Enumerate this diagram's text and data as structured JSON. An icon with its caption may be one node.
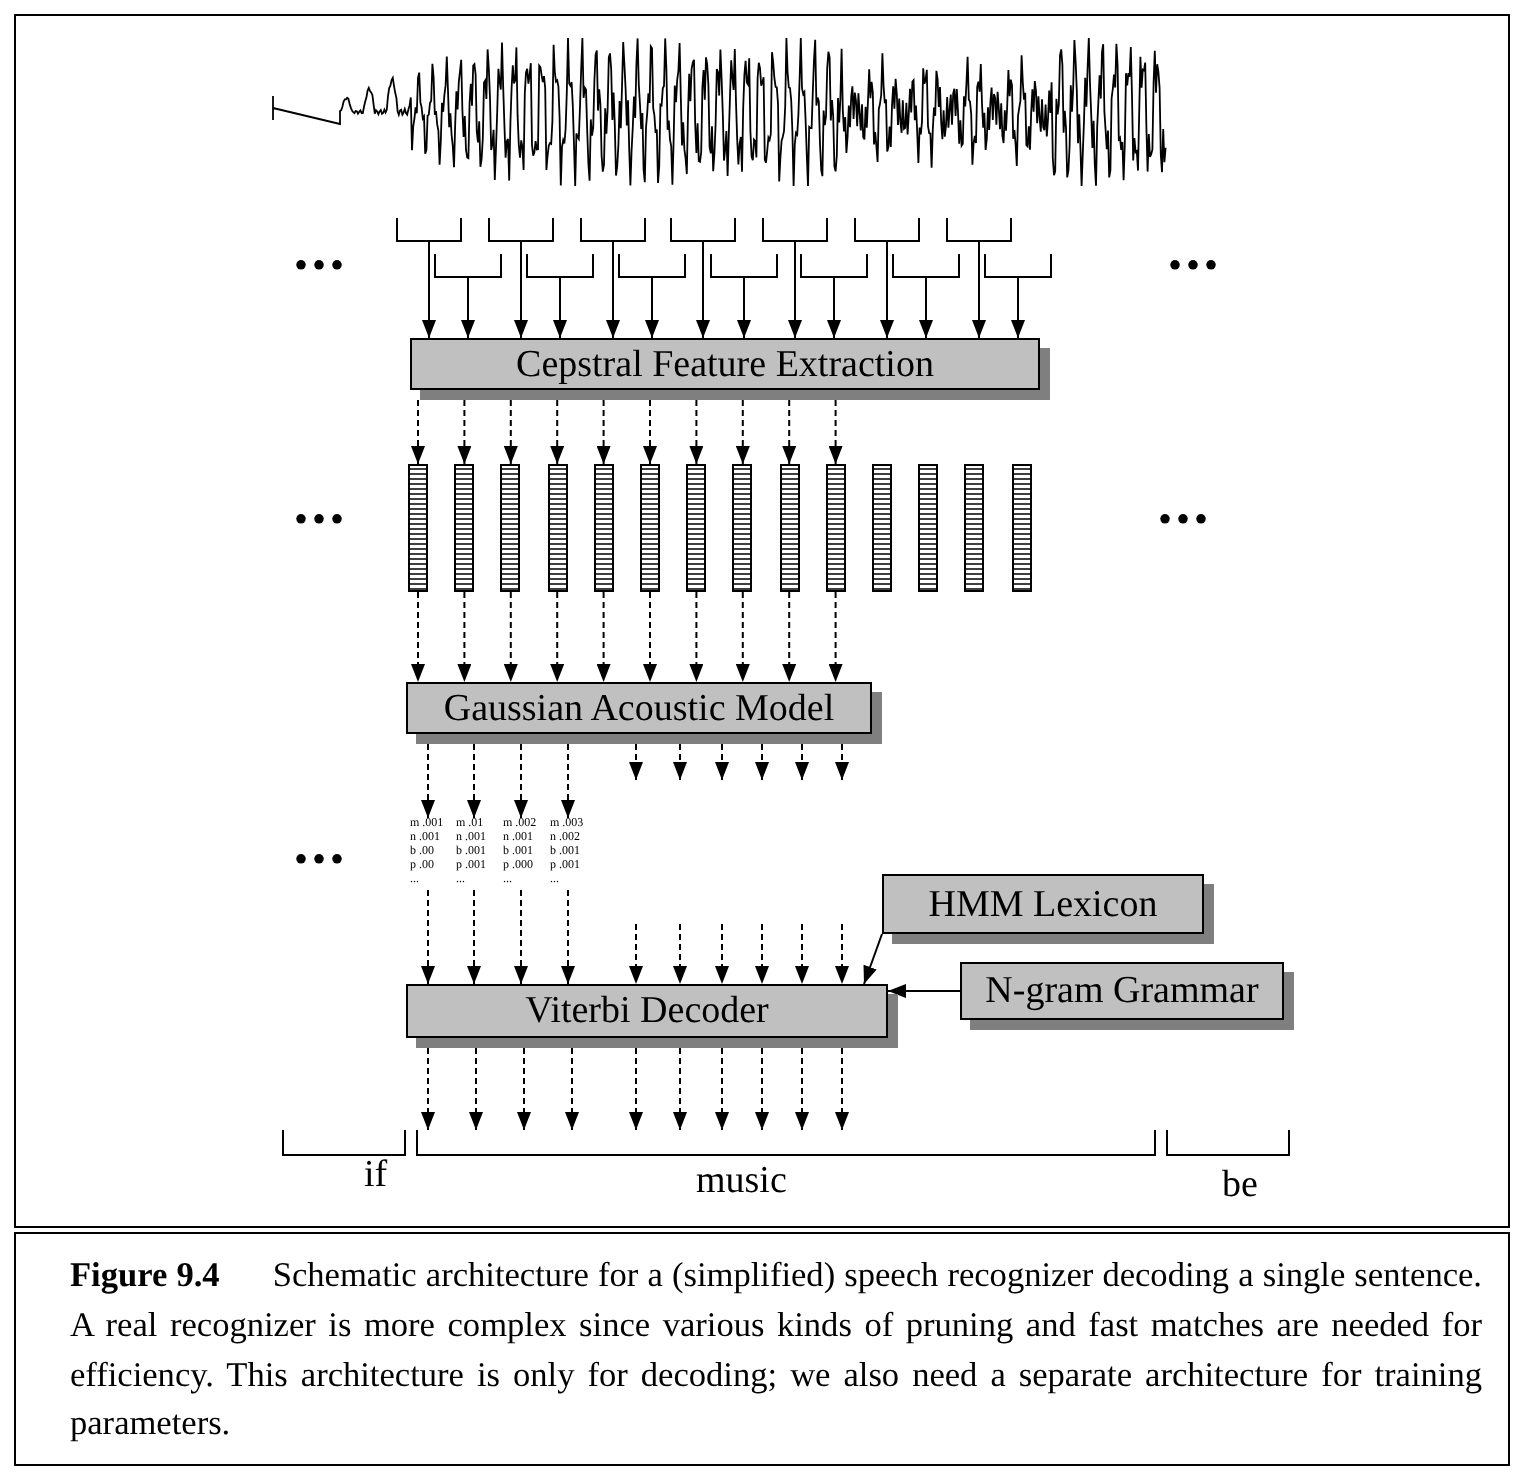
{
  "diagram": {
    "caption": "**Figure 9.4** Schematic architecture for a (simplified) speech recognizer decoding a single sentence. A real recognizer is more complex since various kinds of pruning and fast matches are needed for efficiency. This architecture is only for decoding; we also need a separate architecture for training parameters.",
    "nodes": [
      {
        "text": [],
        "shape": "picture"
      },
      {
        "text": [],
        "shape": "bracket"
      },
      {
        "text": [],
        "shape": "bracket"
      },
      {
        "text": [],
        "shape": "bracket"
      },
      {
        "text": [],
        "shape": "bracket"
      },
      {
        "text": [],
        "shape": "bracket"
      },
      {
        "text": [],
        "shape": "bracket"
      },
      {
        "text": [],
        "shape": "bracket"
      },
      {
        "text": [],
        "shape": "bracket"
      },
      {
        "text": [],
        "shape": "bracket"
      },
      {
        "text": [],
        "shape": "bracket"
      },
      {
        "text": [],
        "shape": "bracket"
      },
      {
        "text": [],
        "shape": "bracket"
      },
      {
        "text": [],
        "shape": "bracket"
      },
      {
        "text": [],
        "shape": "bracket"
      },
      {
        "text": [
          "Cepstral Feature Extraction"
        ]
      },
      {
        "text": [],
        "shape": "bar"
      },
      {
        "text": [],
        "shape": "bar"
      },
      {
        "text": [],
        "shape": "bar"
      },
      {
        "text": [],
        "shape": "bar"
      },
      {
        "text": [],
        "shape": "bar"
      },
      {
        "text": [],
        "shape": "bar"
      },
      {
        "text": [],
        "shape": "bar"
      },
      {
        "text": [],
        "shape": "bar"
      },
      {
        "text": [],
        "shape": "bar"
      },
      {
        "text": [],
        "shape": "bar"
      },
      {
        "text": [],
        "shape": "bar"
      },
      {
        "text": [],
        "shape": "bar"
      },
      {
        "text": [],
        "shape": "bar"
      },
      {
        "text": [],
        "shape": "bar"
      },
      {
        "text": [
          "Gaussian Acoustic Model"
        ]
      },
      {
        "text": [
          "m .001",
          "n .001",
          "b .00",
          "p .00",
          "..."
        ]
      },
      {
        "text": [
          "m .01",
          "n .001",
          "b .001",
          "p .001",
          "..."
        ]
      },
      {
        "text": [
          "m .002",
          "n .001",
          "b .001",
          "p .000",
          "..."
        ]
      },
      {
        "text": [
          "m .003",
          "n .002",
          "b .001",
          "p .001",
          "..."
        ]
      },
      {
        "text": [
          "HMM Lexicon"
        ]
      },
      {
        "text": [
          "Viterbi Decoder"
        ]
      },
      {
        "text": [
          "N-gram Grammar"
        ]
      },
      {
        "text": [
          "if"
        ]
      },
      {
        "text": [
          "music"
        ]
      },
      {
        "text": [
          "be"
        ]
      }
    ],
    "edges": [
      {
        "from": 1,
        "to": 15,
        "arrow": "to"
      },
      {
        "from": 2,
        "to": 15,
        "arrow": "to"
      },
      {
        "from": 3,
        "to": 15,
        "arrow": "to"
      },
      {
        "from": 4,
        "to": 15,
        "arrow": "to"
      },
      {
        "from": 5,
        "to": 15,
        "arrow": "to"
      },
      {
        "from": 6,
        "to": 15,
        "arrow": "to"
      },
      {
        "from": 7,
        "to": 15,
        "arrow": "to"
      },
      {
        "from": 8,
        "to": 15,
        "arrow": "to"
      },
      {
        "from": 9,
        "to": 15,
        "arrow": "to"
      },
      {
        "from": 10,
        "to": 15,
        "arrow": "to"
      },
      {
        "from": 11,
        "to": 15,
        "arrow": "to"
      },
      {
        "from": 12,
        "to": 15,
        "arrow": "to"
      },
      {
        "from": 13,
        "to": 15,
        "arrow": "to"
      },
      {
        "from": 14,
        "to": 15,
        "arrow": "to"
      },
      {
        "from": 15,
        "to": 16,
        "arrow": "to",
        "style": "dashed"
      },
      {
        "from": 15,
        "to": 17,
        "arrow": "to",
        "style": "dashed"
      },
      {
        "from": 15,
        "to": 18,
        "arrow": "to",
        "style": "dashed"
      },
      {
        "from": 15,
        "to": 19,
        "arrow": "to",
        "style": "dashed"
      },
      {
        "from": 15,
        "to": 20,
        "arrow": "to",
        "style": "dashed"
      },
      {
        "from": 15,
        "to": 21,
        "arrow": "to",
        "style": "dashed"
      },
      {
        "from": 15,
        "to": 22,
        "arrow": "to",
        "style": "dashed"
      },
      {
        "from": 15,
        "to": 23,
        "arrow": "to",
        "style": "dashed"
      },
      {
        "from": 15,
        "to": 24,
        "arrow": "to",
        "style": "dashed"
      },
      {
        "from": 15,
        "to": 25,
        "arrow": "to",
        "style": "dashed"
      },
      {
        "from": 16,
        "to": 30,
        "arrow": "to",
        "style": "dashed"
      },
      {
        "from": 17,
        "to": 30,
        "arrow": "to",
        "style": "dashed"
      },
      {
        "from": 18,
        "to": 30,
        "arrow": "to",
        "style": "dashed"
      },
      {
        "from": 19,
        "to": 30,
        "arrow": "to",
        "style": "dashed"
      },
      {
        "from": 20,
        "to": 30,
        "arrow": "to",
        "style": "dashed"
      },
      {
        "from": 21,
        "to": 30,
        "arrow": "to",
        "style": "dashed"
      },
      {
        "from": 22,
        "to": 30,
        "arrow": "to",
        "style": "dashed"
      },
      {
        "from": 23,
        "to": 30,
        "arrow": "to",
        "style": "dashed"
      },
      {
        "from": 24,
        "to": 30,
        "arrow": "to",
        "style": "dashed"
      },
      {
        "from": 25,
        "to": 30,
        "arrow": "to",
        "style": "dashed"
      },
      {
        "from": 30,
        "to": 31,
        "arrow": "to",
        "style": "dashed"
      },
      {
        "from": 30,
        "to": 32,
        "arrow": "to",
        "style": "dashed"
      },
      {
        "from": 30,
        "to": 33,
        "arrow": "to",
        "style": "dashed"
      },
      {
        "from": 30,
        "to": 34,
        "arrow": "to",
        "style": "dashed"
      },
      {
        "from": 30,
        "to": null,
        "arrow": "to",
        "style": "dashed"
      },
      {
        "from": 30,
        "to": null,
        "arrow": "to",
        "style": "dashed"
      },
      {
        "from": 30,
        "to": null,
        "arrow": "to",
        "style": "dashed"
      },
      {
        "from": 30,
        "to": null,
        "arrow": "to",
        "style": "dashed"
      },
      {
        "from": 30,
        "to": null,
        "arrow": "to",
        "style": "dashed"
      },
      {
        "from": 30,
        "to": null,
        "arrow": "to",
        "style": "dashed"
      },
      {
        "from": 31,
        "to": 36,
        "arrow": "to",
        "style": "dashed"
      },
      {
        "from": 32,
        "to": 36,
        "arrow": "to",
        "style": "dashed"
      },
      {
        "from": 33,
        "to": 36,
        "arrow": "to",
        "style": "dashed"
      },
      {
        "from": 34,
        "to": 36,
        "arrow": "to",
        "style": "dashed"
      },
      {
        "from": null,
        "to": 36,
        "arrow": "to",
        "style": "dashed"
      },
      {
        "from": null,
        "to": 36,
        "arrow": "to",
        "style": "dashed"
      },
      {
        "from": null,
        "to": 36,
        "arrow": "to",
        "style": "dashed"
      },
      {
        "from": null,
        "to": 36,
        "arrow": "to",
        "style": "dashed"
      },
      {
        "from": null,
        "to": 36,
        "arrow": "to",
        "style": "dashed"
      },
      {
        "from": null,
        "to": 36,
        "arrow": "to",
        "style": "dashed"
      },
      {
        "from": 35,
        "to": 36,
        "arrow": "to"
      },
      {
        "from": 37,
        "to": 36,
        "arrow": "to"
      },
      {
        "from": 36,
        "to": 39,
        "arrow": "to",
        "style": "dashed"
      },
      {
        "from": 36,
        "to": 39,
        "arrow": "to",
        "style": "dashed"
      },
      {
        "from": 36,
        "to": 39,
        "arrow": "to",
        "style": "dashed"
      },
      {
        "from": 36,
        "to": 39,
        "arrow": "to",
        "style": "dashed"
      },
      {
        "from": 36,
        "to": 39,
        "arrow": "to",
        "style": "dashed"
      },
      {
        "from": 36,
        "to": 39,
        "arrow": "to",
        "style": "dashed"
      },
      {
        "from": 36,
        "to": 39,
        "arrow": "to",
        "style": "dashed"
      },
      {
        "from": 36,
        "to": 39,
        "arrow": "to",
        "style": "dashed"
      },
      {
        "from": 36,
        "to": 39,
        "arrow": "to",
        "style": "dashed"
      },
      {
        "from": 36,
        "to": 39,
        "arrow": "to",
        "style": "dashed"
      }
    ],
    "labels": [
      "•••",
      "•••",
      "•••",
      "•••",
      "•••"
    ]
  }
}
